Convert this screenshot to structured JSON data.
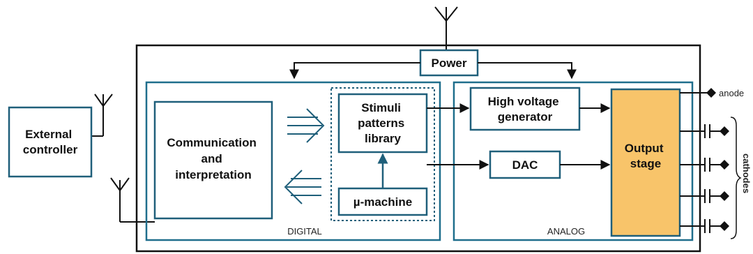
{
  "blocks": {
    "external_controller": [
      "External",
      "controller"
    ],
    "power": "Power",
    "communication": [
      "Communication",
      "and",
      "interpretation"
    ],
    "stimuli_library": [
      "Stimuli",
      "patterns",
      "library"
    ],
    "mu_machine": "µ-machine",
    "high_voltage": [
      "High voltage",
      "generator"
    ],
    "dac": "DAC",
    "output_stage": [
      "Output",
      "stage"
    ]
  },
  "sections": {
    "digital": "DIGITAL",
    "analog": "ANALOG"
  },
  "terminals": {
    "anode": "anode",
    "cathodes": "cathodes"
  },
  "colors": {
    "section_border": "#1f6e8c",
    "block_border": "#1f5f7a",
    "output_fill": "#f8c46a",
    "line": "#111111"
  }
}
